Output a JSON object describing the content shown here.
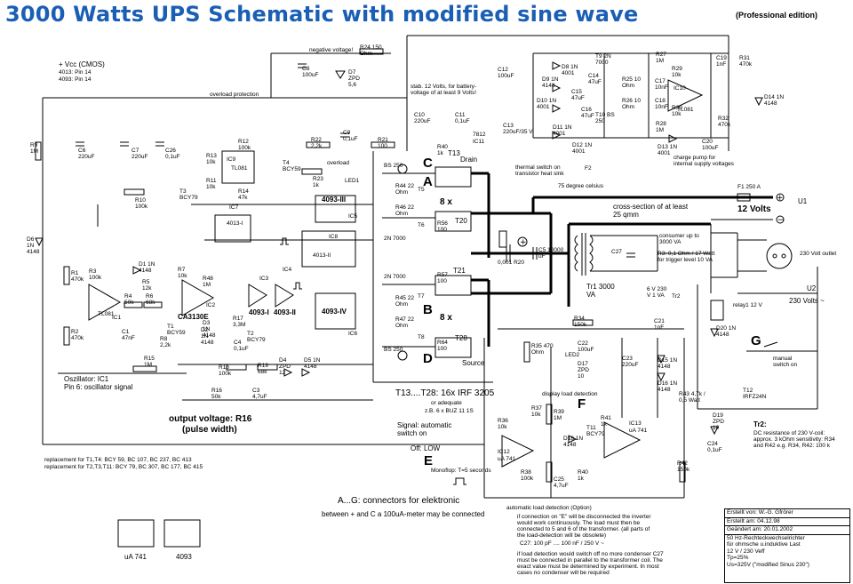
{
  "header": {
    "title": "3000 Watts UPS Schematic with modified sine wave",
    "edition": "(Professional edition)"
  },
  "labels": {
    "vcc": "+ Vcc (CMOS)",
    "vcc_4013": "4013: Pin 14",
    "vcc_4093": "4093: Pin 14",
    "overload_protection": "overload protection",
    "negative_voltage": "negative voltage!",
    "stab_note": "stab. 12 Volts, for battery-voltage of at least 9 Volts!",
    "overload": "overload",
    "drain": "Drain",
    "source": "Source",
    "eight_x": "8 x",
    "thermal_switch": "thermal switch on transistor heat sink",
    "celsius": "75 degree celsius",
    "cross_section": "cross-section of at least 25 qmm",
    "twelve_volts": "12 Volts",
    "consumer": "consumer up to 3000 VA",
    "r3_note": "R3: 0,1 Ohm / 17 Watt for trigger level 10 VA",
    "outlet": "230 Volt outlet",
    "u2_label": "230 Volts ~",
    "relay": "relay1 12 V",
    "manual_switch": "manual switch on",
    "oscillator": "Oszillator: IC1",
    "pin6": "Pin 6: oscillator signal",
    "output_voltage": "output voltage: R16",
    "pulse_width": "(pulse width)",
    "transistors_note": "T13....T28: 16x IRF 3205",
    "or_adequate": "or adequate",
    "buz_example": "z.B. 6 x BUZ 11 1S",
    "signal_auto": "Signal: automatic switch on",
    "off_low": "Off: LOW",
    "display_load": "display load detection",
    "monoflop": "Monoflop: T=5 seconds",
    "auto_detection": "automatic load detection (Option)",
    "connectors_note": "A...G: connectors for elektronic",
    "meter_note": "between + and C a 100uA-meter may be connected",
    "replacement_1": "replacement for T1,T4: BCY 59, BC 107, BC 237, BC 413",
    "replacement_2": "replacement for T2,T3,T11: BCY 79, BC 307, BC 177, BC 415",
    "ua741": "uA 741",
    "ic4093": "4093",
    "charge_pump": "charge pump for internal supply voltages",
    "tr2_title": "Tr2:",
    "tr2_text": "DC resistance of 230 V-coil: approx. 3 kOhm sensitivity: R34 and R42 e.g. R34, R42: 100 k",
    "load_note_1": "if connection on \"E\" will be disconnected the inverter would work continuously. The load must then be connected to 5 and 6 of the transformer. (all parts of the load-detection will be obsolete)",
    "c27_note": "C27: 100 pF .... 100 nF / 250 V ~",
    "load_note_2": "if load detection would switch off no more condenser C27 must be connected in parallel to the transformer coil. The exact value must be determined by experiment. In most cases no condenser will be required",
    "tr1": "Tr1 3000 VA",
    "c5": "C5 10000 uF",
    "r20": "0,001 R20",
    "f1": "F1 250 A",
    "u1": "U1",
    "u2": "U2",
    "tr2_v": "6 V 230 V 1 VA"
  },
  "connectors": {
    "A": "A",
    "B": "B",
    "C": "C",
    "D": "D",
    "E": "E",
    "F": "F",
    "G": "G"
  },
  "components": {
    "ic7": "IC7",
    "ic8": "IC8",
    "ic5": "IC5",
    "ic6": "IC6",
    "ic2": "IC2",
    "ic3": "IC3",
    "ic4": "IC4",
    "ic1": "IC1",
    "ic9": "IC9",
    "ic10": "IC10",
    "ic11": "IC11",
    "ic12": "IC12",
    "ic13": "IC13",
    "tl081": "TL081",
    "ca3130": "CA3130E",
    "g4013_1": "4013-I",
    "g4013_2": "4013-II",
    "g4093_3": "4093-III",
    "g4093_4": "4093-IV",
    "g4093_1": "4093-I",
    "g4093_2": "4093-II",
    "r9": "R9 1M",
    "c6": "C6 220uF",
    "c7": "C7 220uF",
    "c26": "C26 0,1uF",
    "r12": "R12 100k",
    "r13": "R13 10k",
    "r11": "R11 10k",
    "r14": "R14 47k",
    "r22": "R22 2,2k",
    "c9": "C9 0,1uF",
    "r21": "R21 100",
    "t4": "T4 BCY59",
    "r23": "R23 1k",
    "led1": "LED1",
    "r10": "R10 100k",
    "t3": "T3 BCY79",
    "d6": "D6 1N 4148",
    "c8": "C8 100uF",
    "d7": "D7 ZPD 5,6",
    "r24": "R24 150 Ohm",
    "c12": "C12 100uF",
    "c10": "C10 220uF",
    "c11": "C11 0,1uF",
    "c13": "C13 220uF/35 V",
    "t812": "7812",
    "d8": "D8 1N 4001",
    "d9": "D9 1N 4148",
    "d10": "D10 1N 4001",
    "d11": "D11 1N 4001",
    "d12": "D12 1N 4001",
    "c14": "C14 47uF",
    "c15": "C15 47uF",
    "c16": "C16 47uF",
    "t9": "T9 2N 7000",
    "t10": "T10 BS 250",
    "r25": "R25 10 Ohm",
    "r26": "R26 10 Ohm",
    "r27": "R27 1M",
    "r28": "R28 1M",
    "c17": "C17 10nF",
    "c18": "C18 10nF",
    "r29": "R29 10k",
    "r30": "R30 10k",
    "c19": "C19 1nF",
    "r31": "R31 470k",
    "r32": "R32 470k",
    "d14": "D14 1N 4148",
    "d13": "D13 1N 4001",
    "c20": "C20 100uF",
    "r1": "R1 470k",
    "r2": "R2 470k",
    "r3": "R3 100k",
    "r4": "R4 50k",
    "r5": "R5 12k",
    "r6": "R6 68k",
    "r7": "R7 10k",
    "r8": "R8 2,2k",
    "r15": "R15 1M",
    "c1": "C1 47nF",
    "d1": "D1 1N 4148",
    "t1": "T1 BCY59",
    "r48": "R48 1M",
    "d2": "D2 1N 4148",
    "d3": "D3 1N 4148",
    "r17": "R17 3,3M",
    "t2": "T2 BCY79",
    "c4": "C4 0,1uF",
    "r18": "R18 100k",
    "r19": "R19 68k",
    "r16": "R16 50k",
    "c3": "C3 4,7uF",
    "d4": "D4 ZPD 12",
    "d5": "D5 1N 4148",
    "bs250": "BS 250",
    "n7000": "2N 7000",
    "r44": "R44 22 Ohm",
    "r45": "R45 22 Ohm",
    "r46": "R46 22 Ohm",
    "r47": "R47 22 Ohm",
    "r40": "R40 1k",
    "r56": "R56 100",
    "r57": "R57 100",
    "r64": "R64 100",
    "t5": "T5",
    "t6": "T6",
    "t7": "T7",
    "t8": "T8",
    "t13": "T13",
    "t20": "T20",
    "t21": "T21",
    "t28": "T28",
    "f2": "F2",
    "c27": "C27",
    "tr2": "Tr2",
    "c21": "C21 1nF",
    "r34": "R34 150k",
    "r35": "R35 470 Ohm",
    "c22": "C22 100uF",
    "led2": "LED2",
    "d17": "D17 ZPD 10",
    "c23": "C23 220uF",
    "d15": "D15 1N 4148",
    "d16": "D16 1N 4148",
    "r43": "R43 4,7k / 0,5 Watt",
    "t12": "T12 IRFZ24N",
    "d19": "D19 ZPD 10",
    "c24": "C24 0,1uF",
    "d20": "D20 1N 4148",
    "r37": "R37 10k",
    "r39": "R39 1M",
    "r41": "R41 1k",
    "t11": "T11 BCY79",
    "d18": "D18 1N 4148",
    "r36": "R36 10k",
    "r38": "R38 100k",
    "c25": "C25 4,7uF",
    "r40b": "R40 1k",
    "r42": "R42 150k",
    "ic12t": "uA 741",
    "ic13t": "uA 741"
  },
  "infobox": {
    "created_by": "Erstellt von:  W.-G. Gfrörer",
    "created_on": "Erstellt am:   04.12.98",
    "changed": "Geändert am: 20.01.2002",
    "line1": "50 Hz-Rechteckwechselrichter",
    "line2": "für ohmsche u.induktive Last",
    "line3": "12 V / 230 Veff",
    "line4": "Tp=25%",
    "line5": "Us=325V (\"modified Sinus 230\")"
  }
}
